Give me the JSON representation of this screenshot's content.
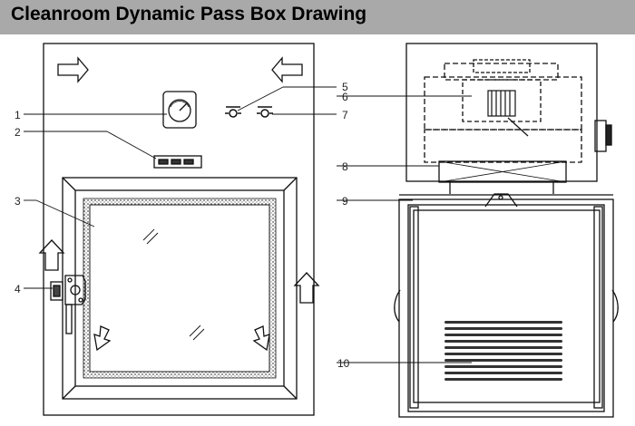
{
  "title": "Cleanroom Dynamic Pass Box Drawing",
  "callouts": {
    "c1": "1",
    "c2": "2",
    "c3": "3",
    "c4": "4",
    "c5": "5",
    "c6": "6",
    "c7": "7",
    "c8": "8",
    "c9": "9",
    "c10": "10"
  },
  "colors": {
    "banner": "#a9a9a9",
    "ink": "#111111",
    "background": "#ffffff"
  }
}
